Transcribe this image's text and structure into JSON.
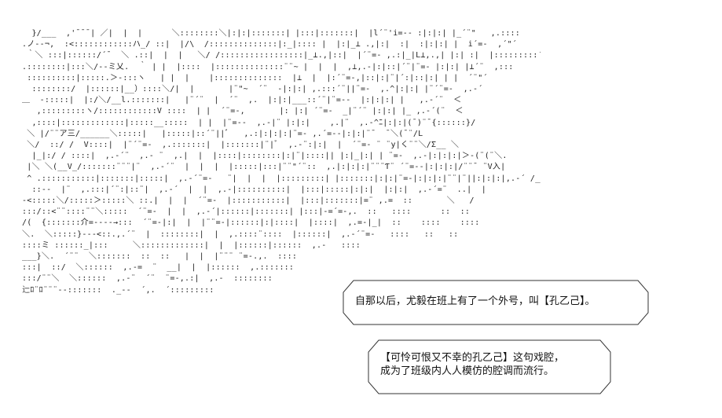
{
  "art_lines": [
    "  }/___  ,'¯¯¯| ／|  |  |      ＼::::::::＼|:|:|:::::::| |:::|:::::::|  |l´¨'i=-- :|:|:| |_´¨\"   ,.::::",
    ".ノ--¬,  :<::::::::::::ハ_/ ::|  |/\\  /::::::::::::::|:_|:::: |  |:|_⊥ .,|:|  :|  :|:|:| |  i´=-  ,´\"´",
    " ｀＼ :::|::::::/´¯  ＼ .::|  |  |   ＼/ /:::::::::::::::::|_⊥.,|::|  |´¨=- ,.:|_|L⊥,.,| |:| :|  |:::::::::´¨",
    ".::::::::|:::＼/--ミ乂.  ｀ | |  |::::  |::::::::::::::¨¨~ |  |  |  ,⊥,.-|:|::|´¨|¨=- |:|:| |⊥´¨  ,:::",
    " ::::::::::|:::::.＞-:::ヽ   | |  |    |::::::::::::::  |⊥  |  |:´¨=-,|::|:|¨|´:|::|:| | |  ´¨\"´",
    "  ::::::::/  |::::::|__）::::＼/|  |       |¨\"~  ´¨  -|:|:| ,.:::´¨||¨=-  ,.^|:|:| |¨´¨=-  ,.-´",
    "＿  -:::::|  |:/＼/__l.:::::::|   |¨´¨  |  ´¨  ,.  |:|:|___::´¨|¨=--  |:|:|:| |   ,.-´¨  ＜",
    "   ,:::::::::ヽ/::::::::::::V ::::  | |  ´¨=-,       |: |:| ´¨=-  _|¨´¨ |:|:| |_ ,.-´(¨  ＜",
    "  ,::::|:::::::::::::|:::::__:::::  | |  |¨=--  ,.-|¨ |:|:|    ,.|¨  ,.-^ﾆ|:|:|(¯)¨¯{::::::}/",
    " ＼ |/¨¨ア三/______＼:::::|   |:::::|::´¨||ﾞ   ,.:|:|:|:|¨=- ,.´=--|:|:|¨¯  ¯＼(¯¨/L",
    " ＼/  ::/ /  V::::|  |¨´¨=-  ,.:::::::|  |:::::::|¨|ﾞ  ,.-¨:|:|  |  ´¨=- ¨ ¨y|く¨¨＼/Ʃ__ ＼",
    "  |_|:/ / ::::|  ,.-´¨  ,.- ¨  ,.|  |  |::::|::::::::|:|¨|::::|| |:|_|:| | ¨=-  ,.-|:|:|:|＞-(¨(¨＼.",
    " |＼ ＼(__V_/:::::::¨¨¨|¨  ,.-´¨  |  |  |  |:::::|:::|¨¨\"´¨::  ,.|:|:|:|¨¨¨Ƭ¨ ´¨=--|:|:|:|/¨¨¯ ¨V入|",
    " ^ .:::::::::::|:::::::|:::::|  ,.-´¨=-   ¨|  |  |  |:::::::::| |:::::::|:|:|¨=-|:|:|:|¨¨|¨||:|:|:|,.-´ /___/ ",
    "  ::--  |¨  ,.:::|´¨:|::¨|  ,.-´  |  |  ,.-|::::::::::|  |:::|:::::|:|:|  |:|:|  ,.-´=¨  ..|  |",
    "-<:::::＼/:::::＞:::::＼ ::.|  |  |  ´¨=-  |:::::::::::|  |:::|:::::::|=¨ ,.=  ::       ＼   /",
    ":::/::<¨¨::::¨¨＼:::::  ´¨=-  |  |  ,.-´|::::::|:::::::| |:::|-=´=-,.  ::   ::::      ::  ::",
    "/(  {:::::::介=----→:::  ´¨=-|:|  |  |¨¨=-|::::::|:|::::|  |::::|  ,.=-|_|  ::    ::::    ::::",
    "＼.  ＼:::::}---<::.,.´¨  |  ::::::::|  |  ,.::::¨::::  |::::::|  ,.-´¨=-   ::::   ::   ::",
    "::::ミ ::::::_|:::     ＼:::::::::::::|  |  |::::::|::::::  ,.-   ::::",
    "___}＼.  ´¨¨  ＼:::::::  ::  ::   |  |  |¨¨¨ ¨=-.,.  ::::",
    ":::|  ::/  ＼::::::  ,.-=  ¨  __|  |  |::::::  ,.:::::::",
    ":::/¨¨＼  ＼::::::  ,.-¨  ´¨  ¨=-,.:|  ,.-  ::::::::",
    "辷ﾛ¨ﾛ¨¨¨--:::::::  ._--  ´,.  ´:::::::::"
  ],
  "bubbles": [
    {
      "lines": [
        "自那以后，尤毅在班上有了一个外号，叫【孔乙己】。"
      ]
    },
    {
      "lines": [
        "【可怜可恨又不幸的孔乙己】这句戏腔，",
        "成为了班级内人人模仿的腔调而流行。"
      ]
    }
  ]
}
